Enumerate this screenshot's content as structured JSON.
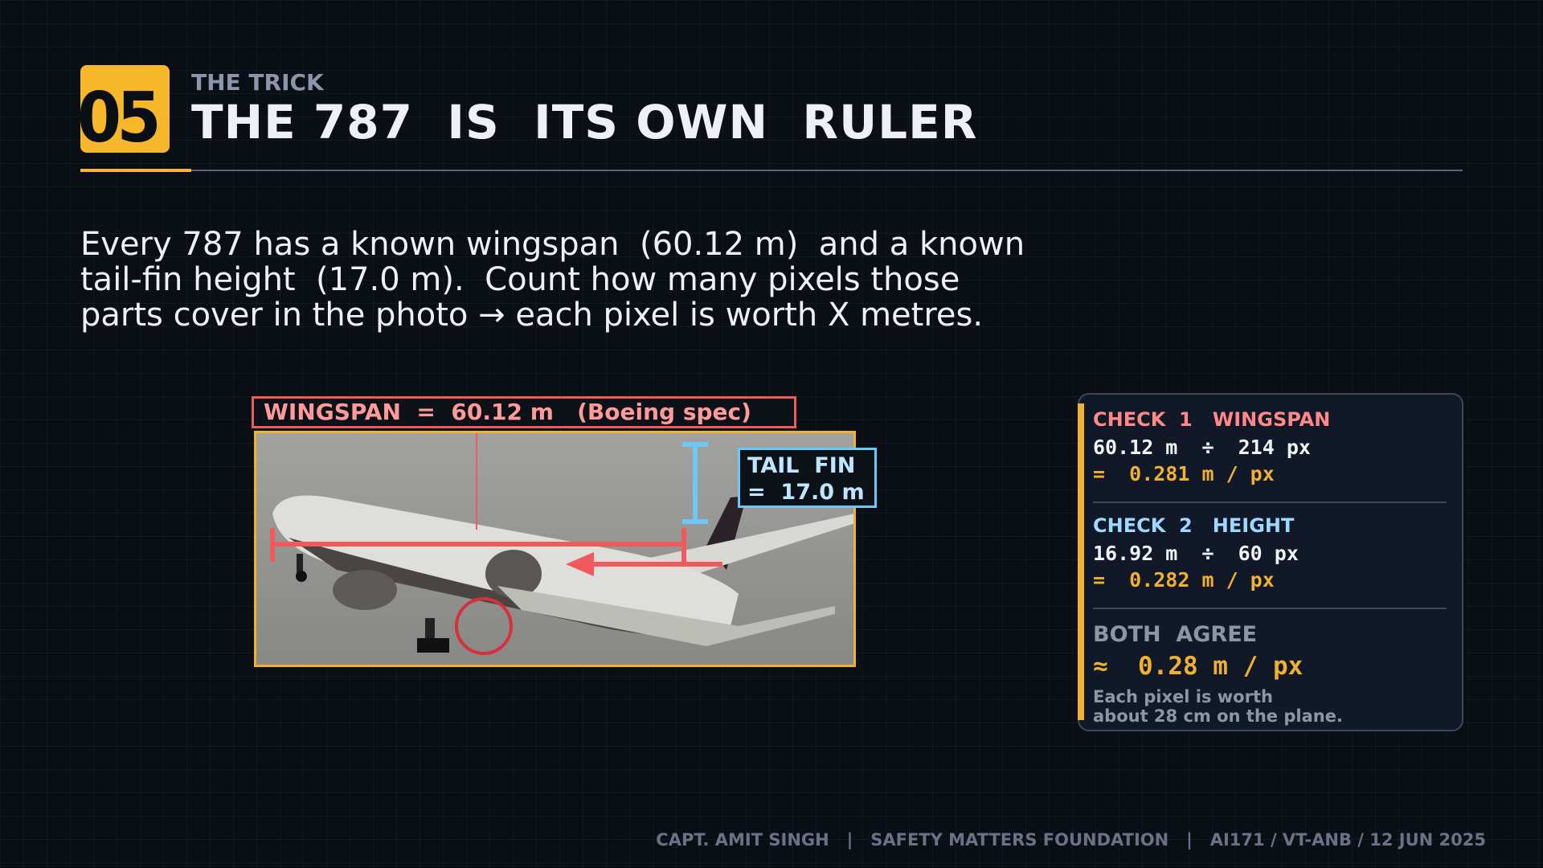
{
  "header": {
    "number": "05",
    "kicker": "THE TRICK",
    "title": "THE 787  IS  ITS OWN  RULER"
  },
  "lead": [
    "Every 787 has a known wingspan  (60.12 m)  and a known",
    "tail-fin height  (17.0 m).  Count how many pixels those",
    "parts cover in the photo → each pixel is worth X metres."
  ],
  "photo": {
    "wingspan_label": "WINGSPAN  =  60.12 m   (Boeing spec)",
    "tail_label_line1": "TAIL  FIN",
    "tail_label_line2": "=  17.0 m"
  },
  "panel": {
    "check1": {
      "title": "CHECK  1   WINGSPAN",
      "calc": "60.12 m  ÷  214 px",
      "result": "=  0.281 m / px"
    },
    "check2": {
      "title": "CHECK  2   HEIGHT",
      "calc": "16.92 m  ÷  60 px",
      "result": "=  0.282 m / px"
    },
    "summary": {
      "title": "BOTH  AGREE",
      "value": "≈  0.28 m / px",
      "note_line1": "Each pixel is worth",
      "note_line2": "about 28 cm on the plane."
    }
  },
  "footer": "CAPT. AMIT SINGH   |   SAFETY MATTERS FOUNDATION   |   AI171 / VT-ANB / 12 JUN 2025",
  "colors": {
    "accent": "#f6b82a",
    "wingspan": "#f05a5a",
    "tail": "#6ec8f5",
    "background": "#0a0e15"
  }
}
